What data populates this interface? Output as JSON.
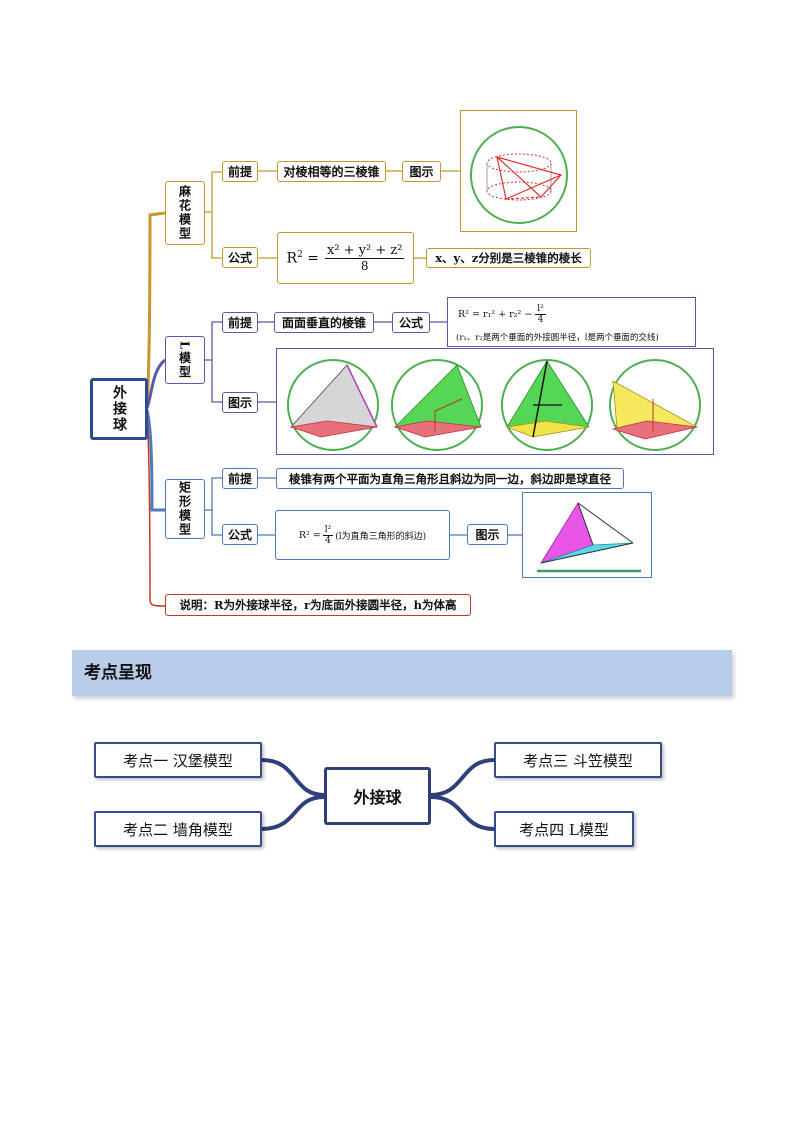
{
  "top_map": {
    "root": "外接球",
    "branches": {
      "mahua": {
        "label": "麻花模型",
        "premise_label": "前提",
        "premise_text": "对棱相等的三棱锥",
        "figure_label": "图示",
        "formula_label": "公式",
        "formula_lhs": "R",
        "formula_num": "x² + y² + z²",
        "formula_den": "8",
        "formula_note": "x、y、z分别是三棱锥的棱长"
      },
      "L": {
        "label": "L模型",
        "premise_label": "前提",
        "premise_text": "面面垂直的棱锥",
        "formula_label": "公式",
        "formula_main": "R² = r₁² + r₂² −",
        "formula_frac_num": "l²",
        "formula_frac_den": "4",
        "formula_note": "(r₁、r₂是两个垂面的外接圆半径，l是两个垂面的交线)",
        "figure_label": "图示"
      },
      "rect": {
        "label": "矩形模型",
        "premise_label": "前提",
        "premise_text": "棱锥有两个平面为直角三角形且斜边为同一边，斜边即是球直径",
        "formula_label": "公式",
        "formula_main": "R² =",
        "formula_frac_num": "l²",
        "formula_frac_den": "4",
        "formula_note": "(l为直角三角形的斜边)",
        "figure_label": "图示"
      },
      "note": "说明：R为外接球半径，r为底面外接圆半径，h为体高"
    }
  },
  "section_header": "考点呈现",
  "bottom_map": {
    "center": "外接球",
    "items": [
      "考点一  汉堡模型",
      "考点二  墙角模型",
      "考点三  斗笠模型",
      "考点四  L模型"
    ]
  },
  "colors": {
    "root_border": "#2e4b8f",
    "mahua_branch": "#c8962c",
    "L_branch": "#5a5aa8",
    "rect_branch": "#4f7ab8",
    "note_branch": "#c0392b",
    "header_bg": "#b8cde8"
  }
}
